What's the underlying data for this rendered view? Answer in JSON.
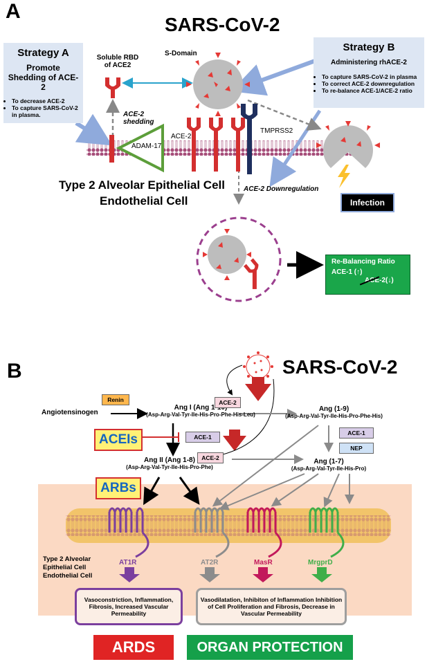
{
  "panel_a": {
    "letter": "A",
    "title": "SARS-CoV-2",
    "strategy_a": {
      "heading": "Strategy A",
      "subheading": "Promote Shedding of ACE-2",
      "bullets": [
        "To decrease ACE-2",
        "To capture SARS-CoV-2 in plasma."
      ]
    },
    "strategy_b": {
      "heading": "Strategy B",
      "subheading": "Administering rhACE-2",
      "bullets": [
        "To capture SARS-CoV-2 in plasma",
        "To correct ACE-2 downregulation",
        "To re-balance ACE-1/ACE-2 ratio"
      ]
    },
    "soluble_rbd": "Soluble RBD of ACE2",
    "s_domain": "S-Domain",
    "ace2_shedding": "ACE-2 shedding",
    "adam17": "ADAM-17",
    "ace2": "ACE-2",
    "tmprss2": "TMPRSS2",
    "cell_type_line1": "Type 2 Alveolar Epithelial Cell",
    "cell_type_line2": "Endothelial Cell",
    "ace2_downregulation": "ACE-2 Downregulation",
    "infection": "Infection",
    "rebalancing": {
      "title": "Re-Balancing Ratio",
      "ace1": "ACE-1 (↑)",
      "ace2": "ACE-2(↓)"
    }
  },
  "panel_b": {
    "letter": "B",
    "title": "SARS-CoV-2",
    "angiotensinogen": "Angiotensinogen",
    "renin": "Renin",
    "ang1": {
      "name": "Ang I (Ang 1-10)",
      "seq": "(Asp-Arg-Val-Tyr-Ile-His-Pro-Phe-His-Leu)"
    },
    "ang19": {
      "name": "Ang (1-9)",
      "seq": "(Asp-Arg-Val-Tyr-Ile-His-Pro-Phe-His)"
    },
    "ang2": {
      "name": "Ang II (Ang 1-8)",
      "seq": "(Asp-Arg-Val-Tyr-Ile-His-Pro-Phe)"
    },
    "ang17": {
      "name": "Ang (1-7)",
      "seq": "(Asp-Arg-Val-Tyr-Ile-His-Pro)"
    },
    "ace2_top": "ACE-2",
    "ace1_mid": "ACE-1",
    "ace2_low": "ACE-2",
    "ace1_right": "ACE-1",
    "nep": "NEP",
    "aceis": "ACEIs",
    "arbs": "ARBs",
    "cell_line1": "Type 2 Alveolar",
    "cell_line2": "Epithelial Cell",
    "cell_line3": "Endothelial Cell",
    "receptors": [
      "AT1R",
      "AT2R",
      "MasR",
      "MrgprD"
    ],
    "outcome_bad": "Vasoconstriction, Inflammation, Fibrosis, Increased Vascular Permeability",
    "outcome_good": "Vasodilatation, Inhibiton of Inflammation Inhibition of Cell Proliferation and Fibrosis, Decrease in Vascular Permeability",
    "ards": "ARDS",
    "organ_protection": "ORGAN PROTECTION"
  },
  "colors": {
    "strategy_bg": "#dde6f3",
    "arrow_blue": "#8faadc",
    "ace2_red": "#d32f2f",
    "adam17_green": "#5c9e3a",
    "tmprss2_navy": "#1f2f5e",
    "virus_gray": "#bdbdbd",
    "spike_red": "#e53935",
    "rebalance_green": "#1aa64a",
    "purple_dash": "#9b3f8e",
    "at1r_purple": "#7b3f9e",
    "at2r_gray": "#8c8c8c",
    "masr_red": "#c2185b",
    "mrgprd_green": "#3fae49",
    "ards_red": "#e02424",
    "protection_green": "#15a04a",
    "yellow_box": "#fff176",
    "renin_orange": "#ffb74d"
  }
}
